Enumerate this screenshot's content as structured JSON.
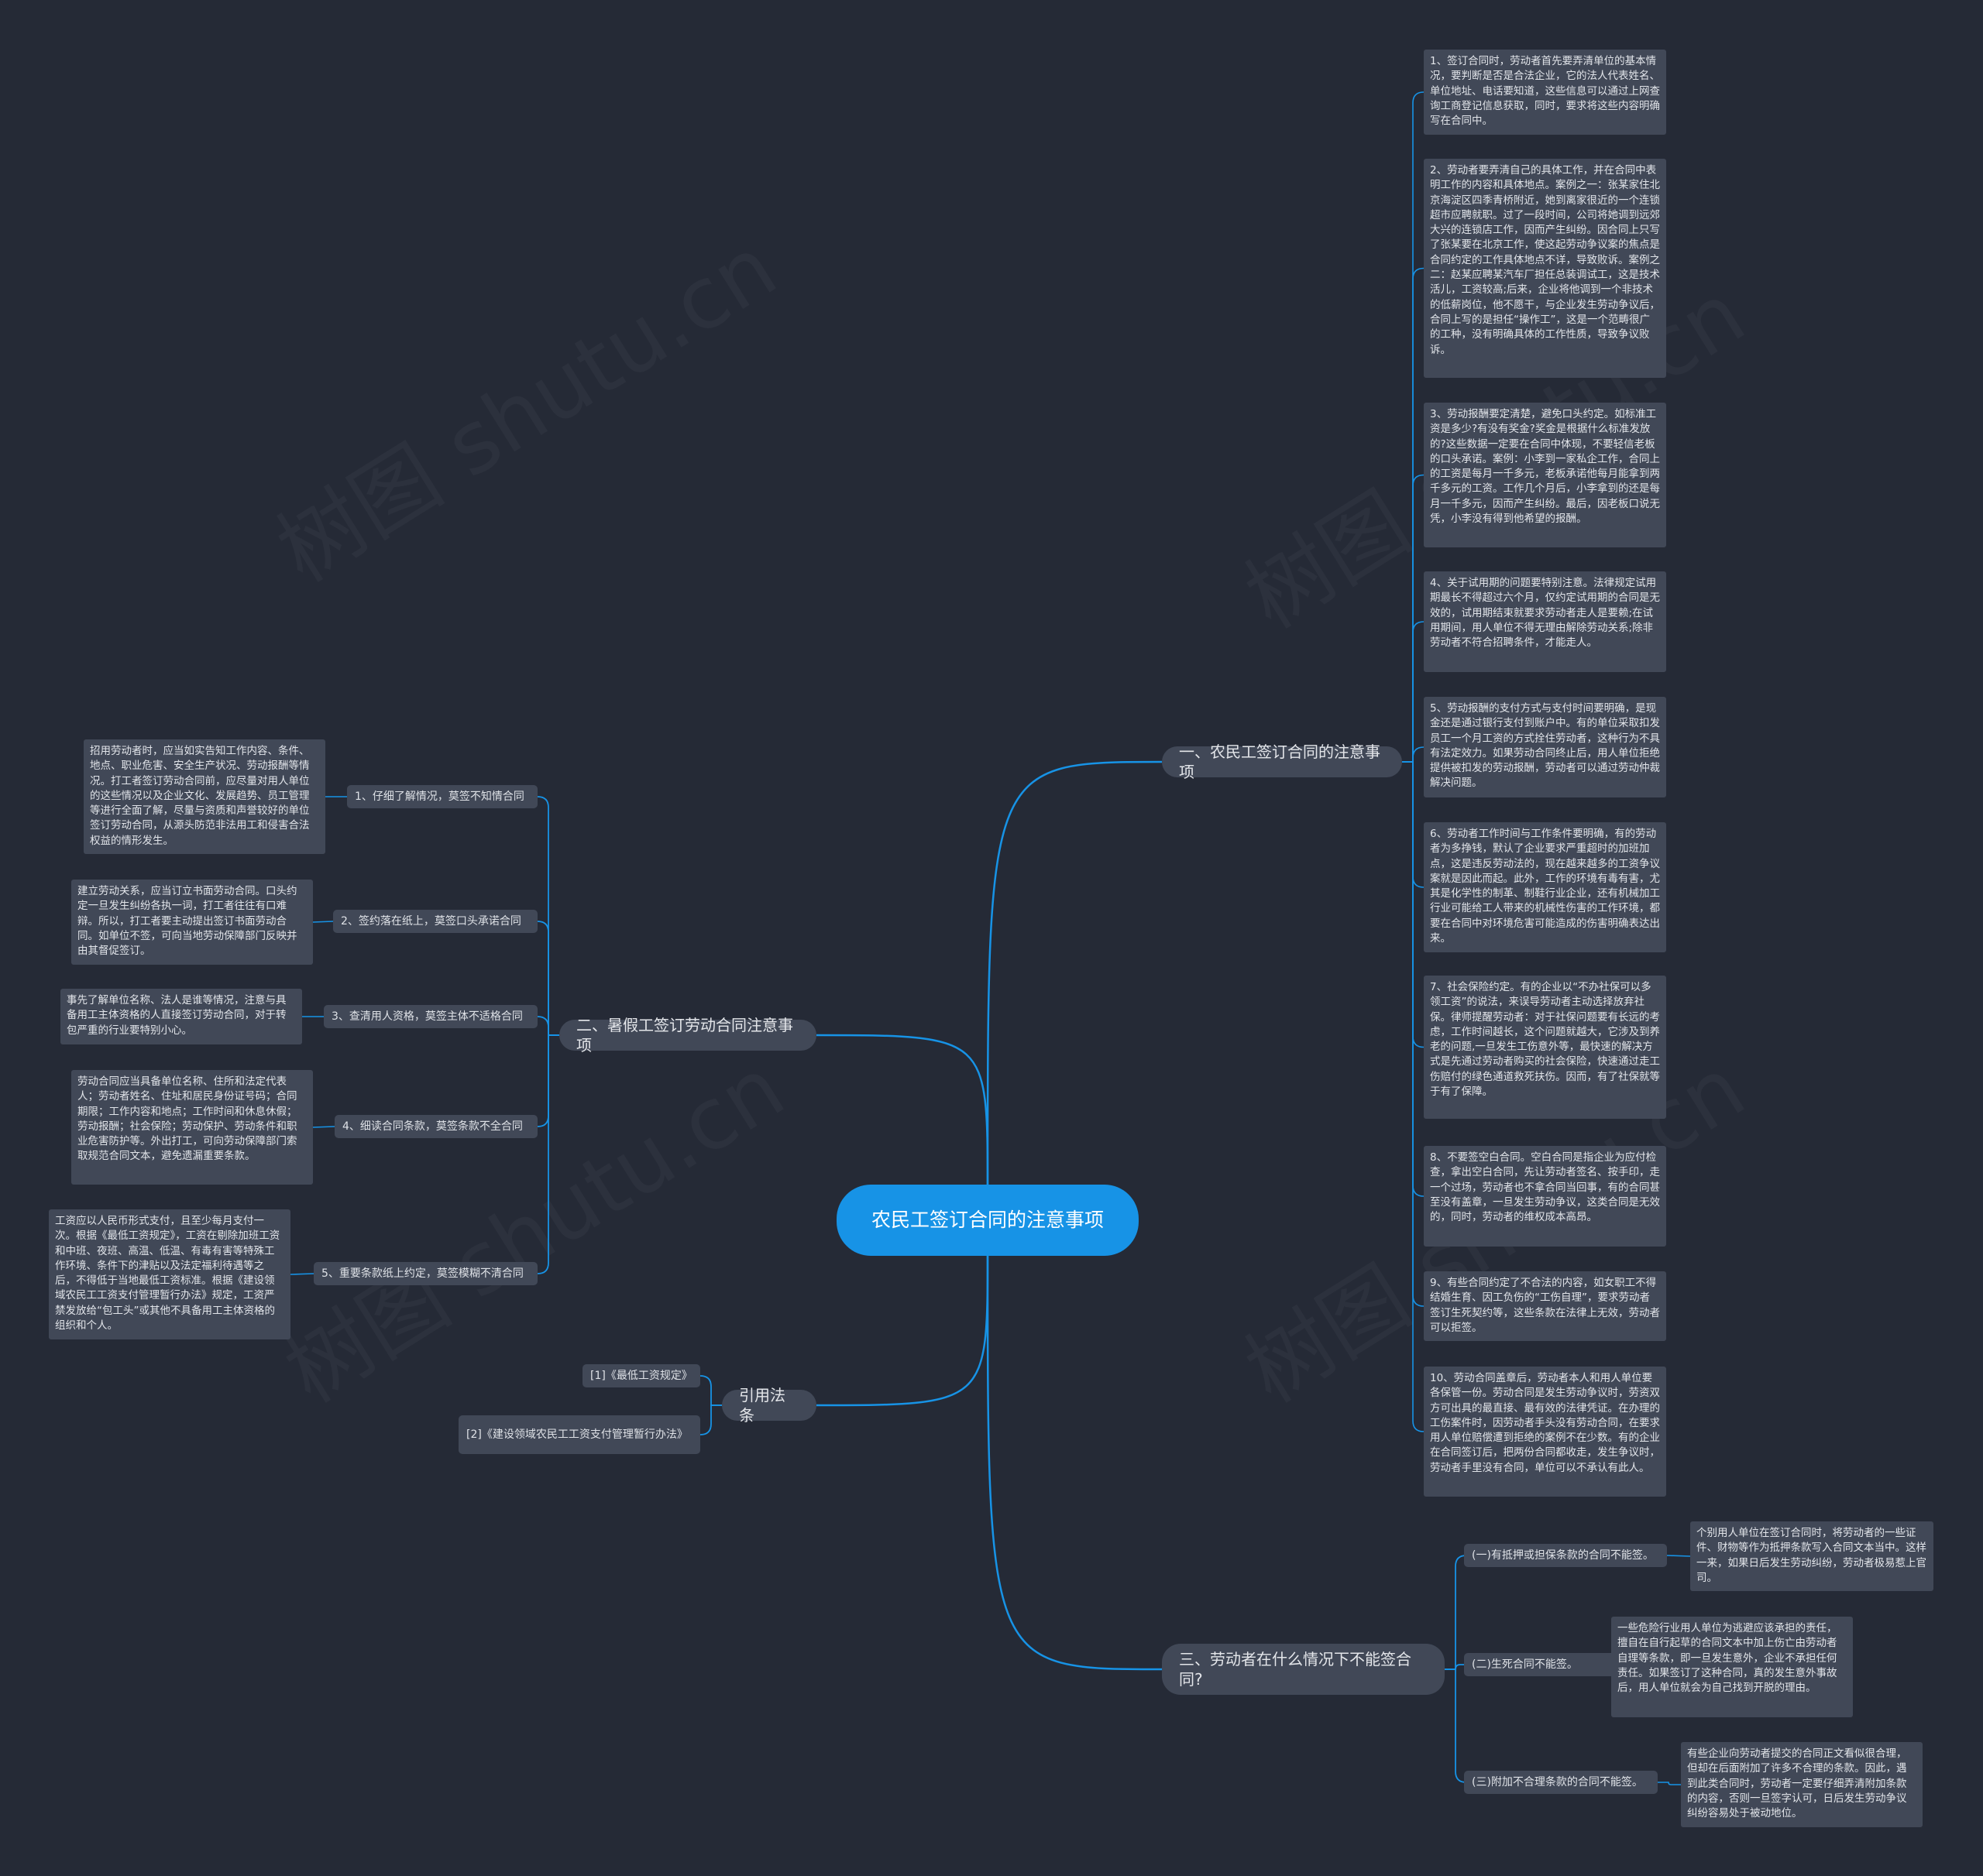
{
  "watermark": "树图 shutu.cn",
  "colors": {
    "background": "#252a36",
    "root": "#1793e6",
    "node": "#414857",
    "line": "#1793e6"
  },
  "root": {
    "label": "农民工签订合同的注意事项"
  },
  "branch1": {
    "label": "一、农民工签订合同的注意事项",
    "items": [
      "1、签订合同时，劳动者首先要弄清单位的基本情况，要判断是否是合法企业，它的法人代表姓名、单位地址、电话要知道，这些信息可以通过上网查询工商登记信息获取，同时，要求将这些内容明确写在合同中。",
      "2、劳动者要弄清自己的具体工作，并在合同中表明工作的内容和具体地点。案例之一：张某家住北京海淀区四季青桥附近，她到离家很近的一个连锁超市应聘就职。过了一段时间，公司将她调到远郊大兴的连锁店工作，因而产生纠纷。因合同上只写了张某要在北京工作，使这起劳动争议案的焦点是合同约定的工作具体地点不详，导致败诉。案例之二：赵某应聘某汽车厂担任总装调试工，这是技术活儿，工资较高;后来，企业将他调到一个非技术的低薪岗位，他不愿干，与企业发生劳动争议后，合同上写的是担任“操作工”，这是一个范畴很广的工种，没有明确具体的工作性质，导致争议败诉。",
      "3、劳动报酬要定清楚，避免口头约定。如标准工资是多少?有没有奖金?奖金是根据什么标准发放的?这些数据一定要在合同中体现，不要轻信老板的口头承诺。案例：小李到一家私企工作，合同上的工资是每月一千多元，老板承诺他每月能拿到两千多元的工资。工作几个月后，小李拿到的还是每月一千多元，因而产生纠纷。最后，因老板口说无凭，小李没有得到他希望的报酬。",
      "4、关于试用期的问题要特别注意。法律规定试用期最长不得超过六个月，仅约定试用期的合同是无效的，试用期结束就要求劳动者走人是要赖;在试用期间，用人单位不得无理由解除劳动关系;除非劳动者不符合招聘条件，才能走人。",
      "5、劳动报酬的支付方式与支付时间要明确，是现金还是通过银行支付到账户中。有的单位采取扣发员工一个月工资的方式拴住劳动者，这种行为不具有法定效力。如果劳动合同终止后，用人单位拒绝提供被扣发的劳动报酬，劳动者可以通过劳动仲裁解决问题。",
      "6、劳动者工作时间与工作条件要明确，有的劳动者为多挣钱，默认了企业要求严重超时的加班加点，这是违反劳动法的，现在越来越多的工资争议案就是因此而起。此外，工作的环境有毒有害，尤其是化学性的制革、制鞋行业企业，还有机械加工行业可能给工人带来的机械性伤害的工作环境，都要在合同中对环境危害可能造成的伤害明确表达出来。",
      "7、社会保险约定。有的企业以“不办社保可以多领工资”的说法，来误导劳动者主动选择放弃社保。律师提醒劳动者：对于社保问题要有长远的考虑，工作时间越长，这个问题就越大，它涉及到养老的问题,一旦发生工伤意外等，最快速的解决方式是先通过劳动者购买的社会保险，快速通过走工伤赔付的绿色通道救死扶伤。因而，有了社保就等于有了保障。",
      "8、不要签空白合同。空白合同是指企业为应付检查，拿出空白合同，先让劳动者签名、按手印，走一个过场，劳动者也不拿合同当回事，有的合同甚至没有盖章，一旦发生劳动争议，这类合同是无效的，同时，劳动者的维权成本高昂。",
      "9、有些合同约定了不合法的内容，如女职工不得结婚生育、因工负伤的“工伤自理”，要求劳动者签订生死契约等，这些条款在法律上无效，劳动者可以拒签。",
      "10、劳动合同盖章后，劳动者本人和用人单位要各保管一份。劳动合同是发生劳动争议时，劳资双方可出具的最直接、最有效的法律凭证。在办理的工伤案件时，因劳动者手头没有劳动合同，在要求用人单位赔偿遭到拒绝的案例不在少数。有的企业在合同签订后，把两份合同都收走，发生争议时，劳动者手里没有合同，单位可以不承认有此人。"
    ]
  },
  "branch2": {
    "label": "二、暑假工签订劳动合同注意事项",
    "items": [
      {
        "label": "1、仔细了解情况，莫签不知情合同",
        "detail": "招用劳动者时，应当如实告知工作内容、条件、地点、职业危害、安全生产状况、劳动报酬等情况。打工者签订劳动合同前，应尽量对用人单位的这些情况以及企业文化、发展趋势、员工管理等进行全面了解，尽量与资质和声誉较好的单位签订劳动合同，从源头防范非法用工和侵害合法权益的情形发生。"
      },
      {
        "label": "2、签约落在纸上，莫签口头承诺合同",
        "detail": "建立劳动关系，应当订立书面劳动合同。口头约定一旦发生纠纷各执一词，打工者往往有口难辩。所以，打工者要主动提出签订书面劳动合同。如单位不签，可向当地劳动保障部门反映并由其督促签订。"
      },
      {
        "label": "3、查清用人资格，莫签主体不适格合同",
        "detail": "事先了解单位名称、法人是谁等情况，注意与具备用工主体资格的人直接签订劳动合同，对于转包严重的行业要特别小心。"
      },
      {
        "label": "4、细读合同条款，莫签条款不全合同",
        "detail": "劳动合同应当具备单位名称、住所和法定代表人；劳动者姓名、住址和居民身份证号码；合同期限；工作内容和地点；工作时间和休息休假；劳动报酬；社会保险；劳动保护、劳动条件和职业危害防护等。外出打工，可向劳动保障部门索取规范合同文本，避免遗漏重要条款。"
      },
      {
        "label": "5、重要条款纸上约定，莫签模糊不清合同",
        "detail": "工资应以人民币形式支付，且至少每月支付一次。根据《最低工资规定》，工资在剔除加班工资和中班、夜班、高温、低温、有毒有害等特殊工作环境、条件下的津贴以及法定福利待遇等之后，不得低于当地最低工资标准。根据《建设领域农民工工资支付管理暂行办法》规定，工资严禁发放给“包工头”或其他不具备用工主体资格的组织和个人。"
      }
    ]
  },
  "branch3": {
    "label": "引用法条",
    "items": [
      "[1]《最低工资规定》",
      "[2]《建设领域农民工工资支付管理暂行办法》"
    ]
  },
  "branch4": {
    "label": "三、劳动者在什么情况下不能签合同?",
    "items": [
      {
        "label": "(一)有抵押或担保条款的合同不能签。",
        "detail": "个别用人单位在签订合同时，将劳动者的一些证件、财物等作为抵押条款写入合同文本当中。这样一来，如果日后发生劳动纠纷，劳动者极易惹上官司。"
      },
      {
        "label": "(二)生死合同不能签。",
        "detail": "一些危险行业用人单位为逃避应该承担的责任，擅自在自行起草的合同文本中加上伤亡由劳动者自理等条款，即一旦发生意外，企业不承担任何责任。如果签订了这种合同，真的发生意外事故后，用人单位就会为自己找到开脱的理由。"
      },
      {
        "label": "(三)附加不合理条款的合同不能签。",
        "detail": "有些企业向劳动者提交的合同正文看似很合理，但却在后面附加了许多不合理的条款。因此，遇到此类合同时，劳动者一定要仔细弄清附加条款的内容，否则一旦签字认可，日后发生劳动争议纠纷容易处于被动地位。"
      }
    ]
  }
}
